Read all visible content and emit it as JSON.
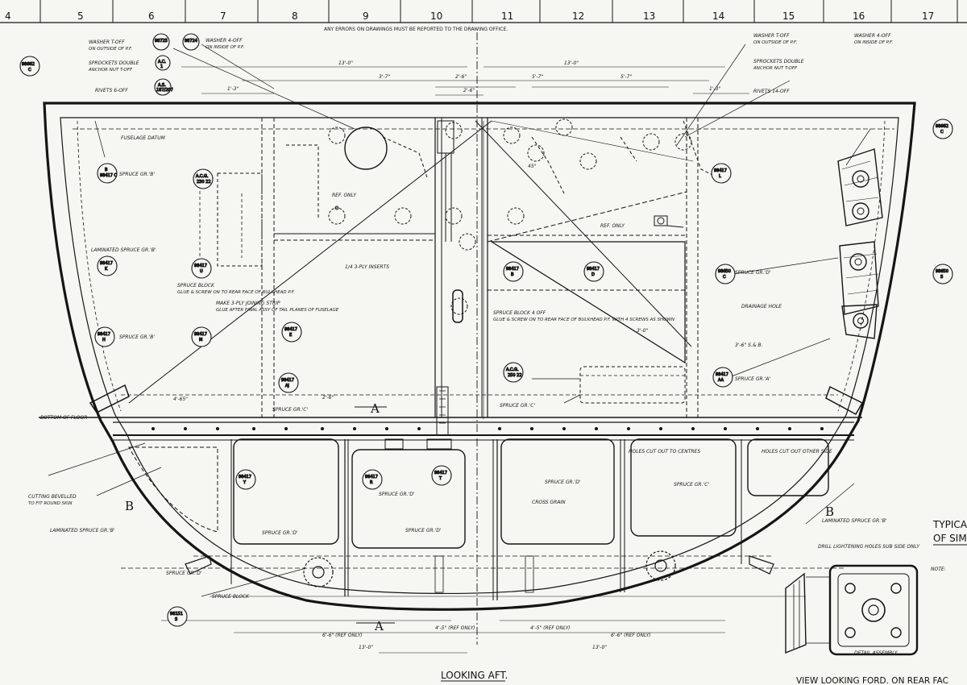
{
  "grid_numbers": [
    "4",
    "5",
    "6",
    "7",
    "8",
    "9",
    "10",
    "11",
    "12",
    "13",
    "14",
    "15",
    "16",
    "17"
  ],
  "header_notice": "ANY ERRORS ON DRAWINGS MUST BE REPORTED TO THE DRAWING OFFICE.",
  "caption_main": "LOOKING AFT.",
  "caption_inset": "VIEW LOOKING FORD. ON REAR FAC",
  "caption_typical": "TYPICA",
  "caption_typical_2": "OF SIM",
  "section_marks": [
    "A",
    "A",
    "B",
    "B"
  ],
  "part_bubbles": [
    {
      "top": "98725",
      "bottom": ""
    },
    {
      "top": "98724",
      "bottom": ""
    },
    {
      "top": "A.C.",
      "bottom": "1"
    },
    {
      "top": "A.S.",
      "bottom": "187/207"
    },
    {
      "top": "98662",
      "bottom": "C"
    },
    {
      "top": "B",
      "bottom": "98417 C"
    },
    {
      "top": "A.C.G.",
      "bottom": "230 22"
    },
    {
      "top": "98417",
      "bottom": "U"
    },
    {
      "top": "98417",
      "bottom": "K"
    },
    {
      "top": "98417",
      "bottom": "H"
    },
    {
      "top": "98417",
      "bottom": "M"
    },
    {
      "top": "98417",
      "bottom": "E"
    },
    {
      "top": "98417",
      "bottom": "AJ"
    },
    {
      "top": "98417",
      "bottom": "B"
    },
    {
      "top": "98417",
      "bottom": "D"
    },
    {
      "top": "98417",
      "bottom": "AA"
    },
    {
      "top": "98417",
      "bottom": "L"
    },
    {
      "top": "98417",
      "bottom": "Y"
    },
    {
      "top": "98417",
      "bottom": "R"
    },
    {
      "top": "98417",
      "bottom": "T"
    },
    {
      "top": "A.C.G.",
      "bottom": "250 22"
    },
    {
      "top": "98650",
      "bottom": "C"
    },
    {
      "top": "98650",
      "bottom": "S"
    },
    {
      "top": "98151",
      "bottom": "S"
    },
    {
      "top": "98662",
      "bottom": "C"
    }
  ],
  "annotations": {
    "washer_t_off": "WASHER T-OFF",
    "washer_t_off_sub": "ON OUTSIDE OF P.F.",
    "washer_4_off": "WASHER 4-OFF",
    "washer_4_off_sub": "ON INSIDE OF P.F.",
    "sprocket_double": "SPROCKETS DOUBLE",
    "sprocket_double_sub": "ANCHOR NUT T-OFF",
    "rivets_6_off": "RIVETS 6-OFF",
    "rivets_14_off": "RIVETS 14-OFF",
    "fuselage_datum": "FUSELAGE DATUM",
    "spruce_gr_b": "SPRUCE GR.'B'",
    "laminated_spruce": "LAMINATED SPRUCE GR.'B'",
    "spruce_block": "SPRUCE BLOCK",
    "spruce_block_sub": "GLUE & SCREW ON TO REAR FACE OF BULKHEAD P.F.",
    "spruce_block_2": "SPRUCE BLOCK 4 OFF",
    "spruce_block_2_sub": "GLUE & SCREW ON TO REAR FACE OF BULKHEAD P.F. WITH 4 SCREWS AS SHOWN",
    "bottom_of_floor": "BOTTOM OF FLOOR",
    "cutting_bevelled": "CUTTING BEVELLED",
    "cutting_bevelled_sub": "TO FIT ROUND SKIN",
    "make_3_ply": "MAKE 3-PLY JOINING STRIP",
    "make_3_ply_sub": "GLUE AFTER FINAL ASSY OF TAIL PLANES OF FUSELAGE",
    "holes_cut_out": "HOLES CUT OUT TO CENTRES",
    "holes_cut_out_2": "HOLES CUT OUT OTHER SIDE",
    "hole_drilled_left": "DRILL LIGHTENING HOLES SUB SIDE ONLY",
    "spruce_gr_d": "SPRUCE GR.'D'",
    "spruce_gr_c": "SPRUCE GR.'C'",
    "spruce_gr_a": "SPRUCE GR.'A'",
    "cross_grain": "CROSS GRAIN",
    "grain_note": "1/4 3-PLY INSERTS",
    "ref_only": "REF. ONLY",
    "looking_notes": "DRAINAGE HOLE",
    "note_right": "NOTE:",
    "inset_note": "DETAIL ASSEMBLY",
    "dim_13_0": "13'-0\"",
    "dim_13_0b": "13'-0\"",
    "dim_6_6": "6'-6\" (REF ONLY)",
    "dim_4_5": "4'-5\" (REF ONLY)",
    "dim_4_5b": "4'-5\" (REF ONLY)",
    "dim_6_6b": "6'-6\" (REF ONLY)",
    "dim_top_2_6": "2'-6\"",
    "dim_top_2_6b": "2'-6\"",
    "dim_top_5_7": "5'-7\"",
    "dim_top_3_7": "3'-7\"",
    "dim_top_5_7b": "5'-7\"",
    "dim_top_1_31": "1'-3\"",
    "dim_top_1_31b": "1'-3\"",
    "dim_36_8": "3'-6\" S.& B.",
    "dim_3_0": "3'-0\"",
    "dim_2_6": "2'-6\"",
    "dim_4_65": "4'-65\"",
    "dim_45": "45°"
  },
  "colors": {
    "paper": "#f6f6f2",
    "ink": "#151515"
  }
}
